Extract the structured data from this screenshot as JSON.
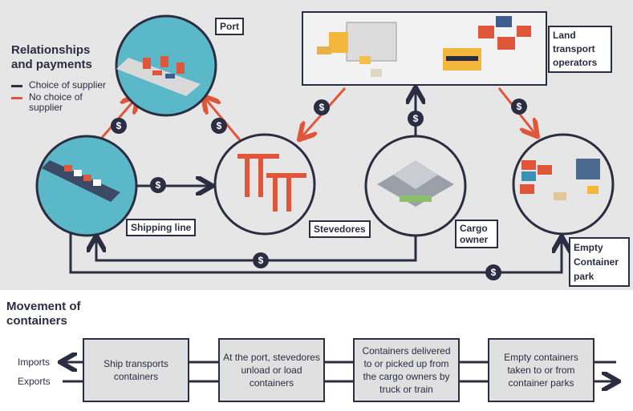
{
  "legend": {
    "title": "Relationships and payments",
    "items": [
      {
        "label": "Choice of supplier",
        "color": "#2b2d42"
      },
      {
        "label": "No choice of supplier",
        "color": "#e0563a"
      }
    ]
  },
  "nodes": {
    "port": "Port",
    "land_transport": "Land transport operators",
    "shipping_line": "Shipping line",
    "stevedores": "Stevedores",
    "cargo_owner": "Cargo owner",
    "empty_park": "Empty Container park"
  },
  "payment_symbol": "$",
  "movement": {
    "title": "Movement of containers",
    "imports_label": "Imports",
    "exports_label": "Exports",
    "steps": [
      "Ship transports containers",
      "At the port, stevedores unload or load containers",
      "Containers delivered to or picked up from the cargo owners by truck or train",
      "Empty containers taken to or from container parks"
    ]
  },
  "colors": {
    "navy": "#2b2d42",
    "red": "#e0563a",
    "teal": "#5bb8c9",
    "panel": "#e6e6e6"
  }
}
